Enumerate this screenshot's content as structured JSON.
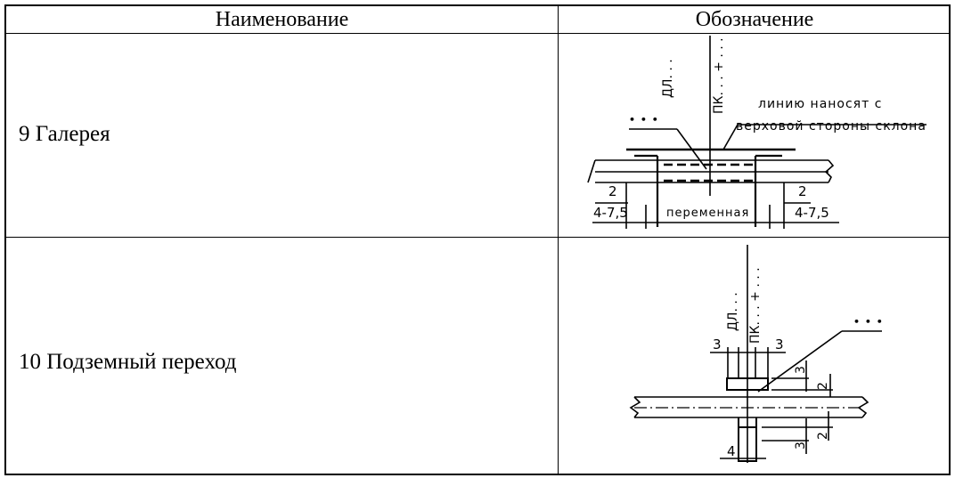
{
  "table": {
    "headers": {
      "name": "Наименование",
      "designation": "Обозначение"
    },
    "rows": [
      {
        "name": "9 Галерея",
        "drawing": {
          "mark_top": "ДЛ. . .",
          "mark_bottom": "ПК. . . + . . .",
          "dots": "• • •",
          "note_line1": "линию наносят с",
          "note_line2": "верховой стороны склона",
          "dim_left_small": "2",
          "dim_right_small": "2",
          "dim_left": "4-7,5",
          "dim_right": "4-7,5",
          "dim_center": "переменная"
        }
      },
      {
        "name": "10 Подземный переход",
        "drawing": {
          "mark_top": "ДЛ. . .",
          "mark_bottom": "ПК. . . + . . .",
          "dots": "• • •",
          "dim_top_left": "3",
          "dim_top_right": "3",
          "dim_v_top_a": "3",
          "dim_v_top_b": "2",
          "dim_v_bottom_a": "3",
          "dim_v_bottom_b": "2",
          "dim_bottom": "4"
        }
      }
    ]
  }
}
